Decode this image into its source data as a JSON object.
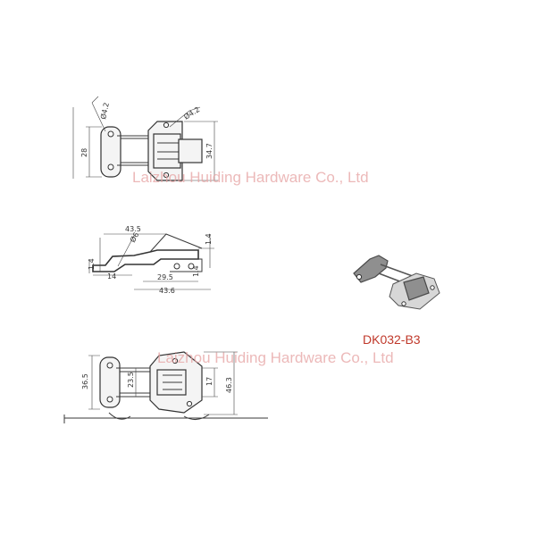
{
  "watermark": "Laizhou Huiding Hardware Co., Ltd",
  "model_label": "DK032-B3",
  "top_view": {
    "dims": [
      "Ø4.2",
      "Ø4.2",
      "28",
      "34.7"
    ]
  },
  "side_view": {
    "dims": [
      "43.5",
      "Ø6",
      "1.4",
      "1.4",
      "14",
      "29.5",
      "1.4",
      "43.6"
    ]
  },
  "bottom_view": {
    "dims": [
      "36.5",
      "23.5",
      "17",
      "46.3"
    ]
  }
}
